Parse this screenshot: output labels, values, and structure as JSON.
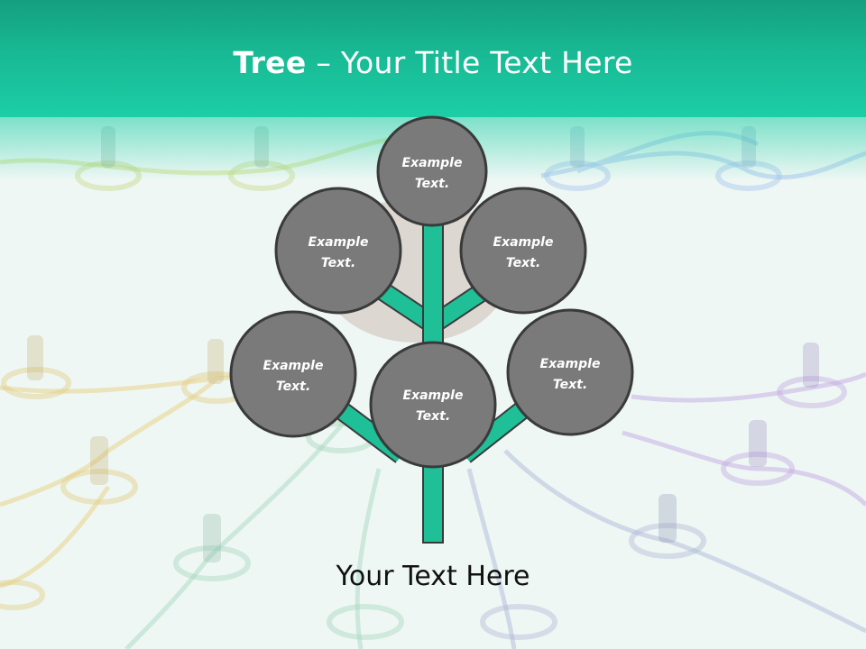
{
  "title": {
    "emphasis": "Tree",
    "separator": " – ",
    "rest": "Your Title Text Here"
  },
  "tree": {
    "trunk_color": "#1fbf98",
    "trunk_outline": "#3a3a3a",
    "node_fill": "#7a7a7a",
    "node_outline": "#3a3a3a",
    "nodes": [
      {
        "id": "top",
        "line1": "Example",
        "line2": "Text."
      },
      {
        "id": "upper-left",
        "line1": "Example",
        "line2": "Text."
      },
      {
        "id": "upper-right",
        "line1": "Example",
        "line2": "Text."
      },
      {
        "id": "lower-left",
        "line1": "Example",
        "line2": "Text."
      },
      {
        "id": "center",
        "line1": "Example",
        "line2": "Text."
      },
      {
        "id": "lower-right",
        "line1": "Example",
        "line2": "Text."
      }
    ]
  },
  "caption": "Your Text Here"
}
